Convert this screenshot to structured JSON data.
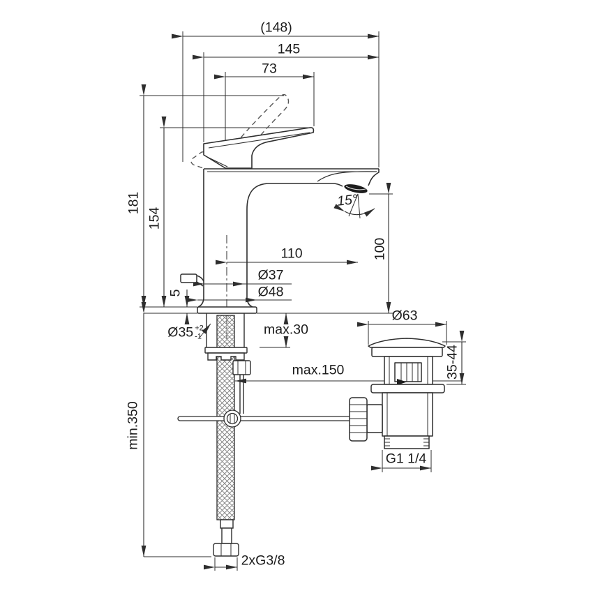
{
  "drawing": {
    "kind": "technical-dimension-drawing",
    "subject": "single-lever basin mixer with pop-up waste",
    "units": "mm",
    "line_color": "#2e2e2e",
    "text_color": "#1c1c1c",
    "background": "#ffffff"
  },
  "dimensions": {
    "overall_depth": "(148)",
    "spout_depth": "145",
    "handle_length": "73",
    "height_total": "181",
    "height_to_spout": "154",
    "spout_angle": "15°",
    "spout_reach": "110",
    "outlet_height": "100",
    "body_diameter": "Ø37",
    "base_diameter": "Ø48",
    "base_plate_height": "5",
    "hole_diameter": "Ø35",
    "hole_tol_plus": "+2",
    "hole_tol_minus": "-1",
    "deck_thickness_max": "max.30",
    "waste_flange_diameter": "Ø63",
    "waste_adjust_range": "35-44",
    "rod_length_max": "max.150",
    "hose_length_min": "min.350",
    "waste_thread": "G1 1/4",
    "supply_thread": "2xG3/8"
  }
}
